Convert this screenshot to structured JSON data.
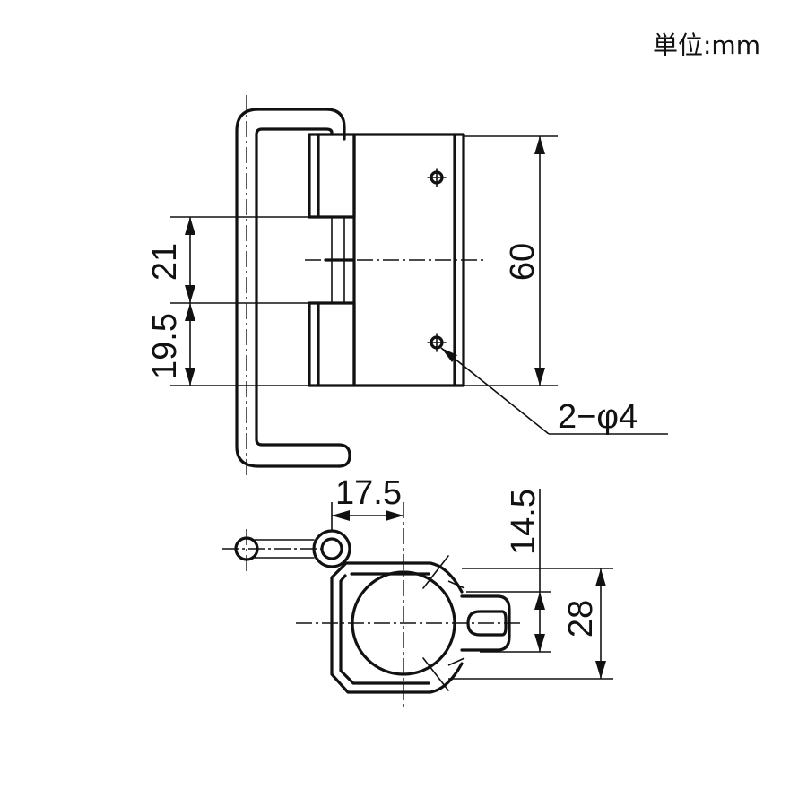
{
  "unit_label": "単位:mm",
  "dimensions": {
    "gap_21": "21",
    "knuckle_19_5": "19.5",
    "height_60": "60",
    "hole_callout": "2−φ4",
    "offset_17_5": "17.5",
    "depth_14_5": "14.5",
    "width_28": "28"
  }
}
